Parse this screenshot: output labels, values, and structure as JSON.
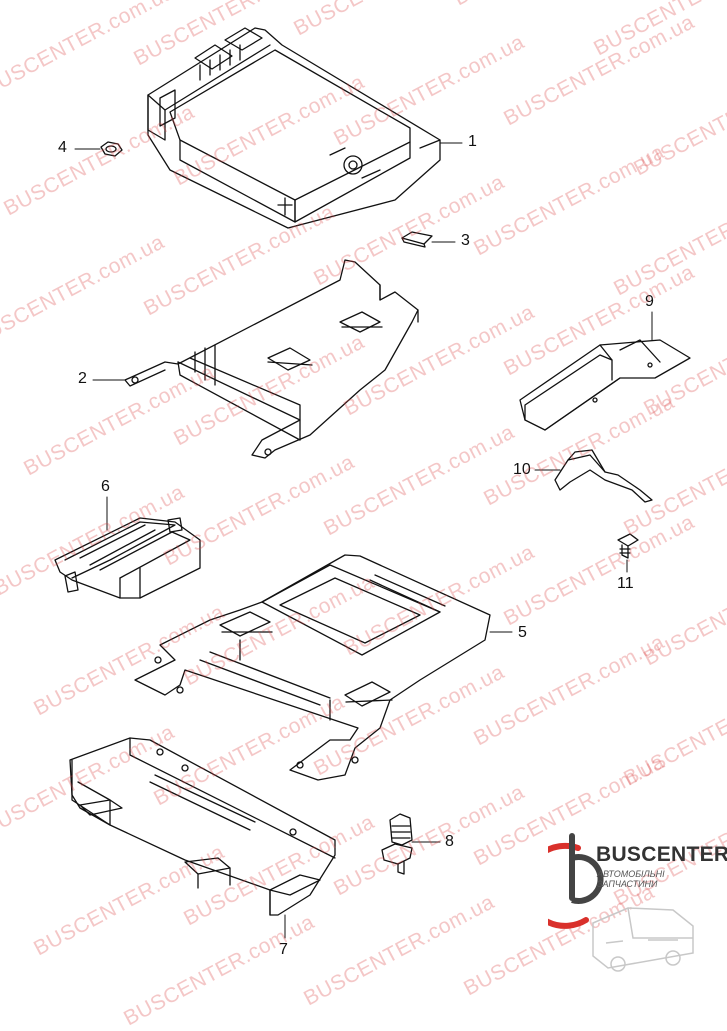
{
  "watermark": "BUSCENTER.com.ua",
  "logo": {
    "name": "BUSCENTER",
    "tagline": "АВТОМОБІЛЬНІ ЗАПЧАСТИНИ"
  },
  "callouts": [
    "1",
    "2",
    "3",
    "4",
    "5",
    "6",
    "7",
    "8",
    "9",
    "10",
    "11"
  ],
  "colors": {
    "line": "#111111",
    "watermark": "#dc4646",
    "logo_red": "#d9302b"
  }
}
